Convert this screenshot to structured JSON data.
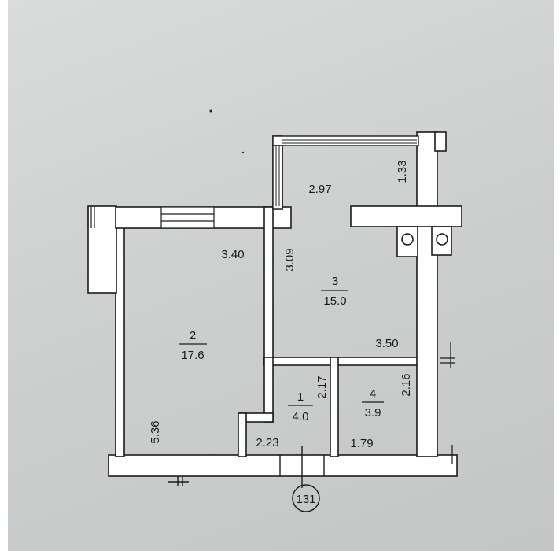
{
  "rooms": [
    {
      "number": "1",
      "area": "4.0"
    },
    {
      "number": "2",
      "area": "17.6"
    },
    {
      "number": "3",
      "area": "15.0"
    },
    {
      "number": "4",
      "area": "3.9"
    }
  ],
  "dimensions": {
    "room3_top_width": "2.97",
    "balcony_depth": "1.33",
    "room2_width": "3.40",
    "room3_left_height": "3.09",
    "room3_bottom_width": "3.50",
    "room2_height": "5.36",
    "room1_height": "2.17",
    "room1_width": "2.23",
    "room4_height": "2.16",
    "room4_width": "1.79"
  },
  "apartment_number": "131"
}
